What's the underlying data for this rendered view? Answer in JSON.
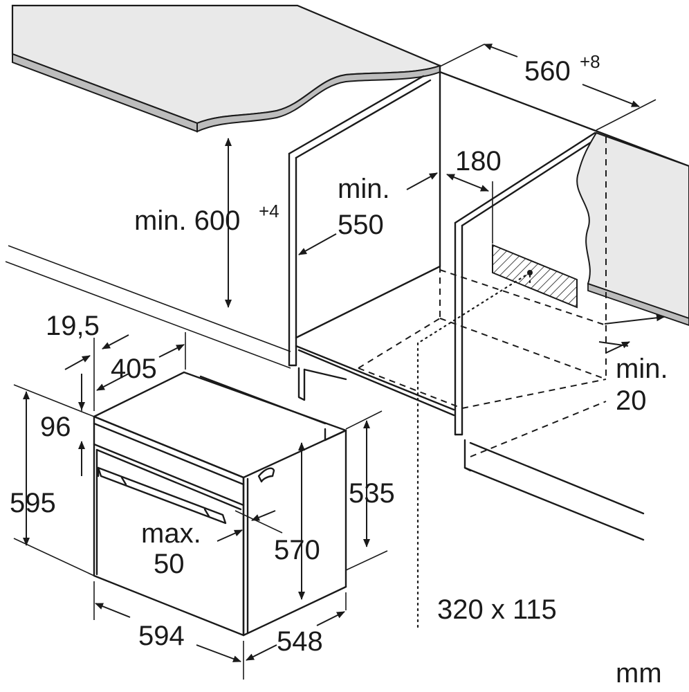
{
  "diagram": {
    "dimensions": {
      "cabinet_width": "560",
      "cabinet_width_tol": "+8",
      "cabinet_height": "min. 600",
      "cabinet_height_tol": "+4",
      "cabinet_depth_label": "min.",
      "cabinet_depth_value": "550",
      "back_offset": "180",
      "side_gap_label": "min.",
      "side_gap_value": "20",
      "front_offset": "19,5",
      "top_depth": "405",
      "panel_height": "96",
      "oven_height": "595",
      "handle_label": "max.",
      "handle_value": "50",
      "inner_height": "570",
      "body_height": "535",
      "oven_width": "594",
      "oven_depth": "548",
      "opening": "320 x 115",
      "unit": "mm"
    },
    "colors": {
      "line": "#1a1a1a",
      "countertop": "#e9e9e9",
      "background": "#ffffff"
    }
  }
}
